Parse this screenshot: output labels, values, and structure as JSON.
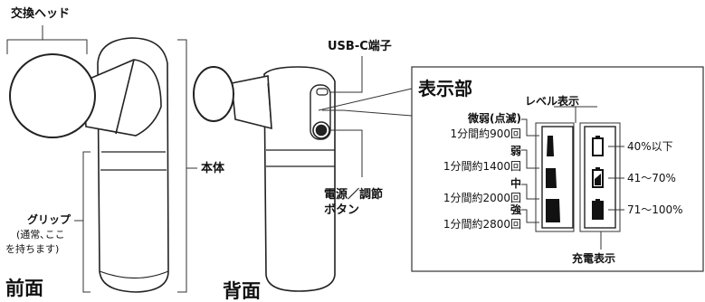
{
  "front": {
    "title": "前面",
    "label_head": "交換ヘッド",
    "label_body": "本体",
    "label_grip": "グリップ",
    "label_grip_note_1": "(通常､ここ",
    "label_grip_note_2": "を持ちます)"
  },
  "back": {
    "title": "背面",
    "label_usb": "USB-C端子",
    "label_power_1": "電源／調節",
    "label_power_2": "ボタン"
  },
  "display": {
    "title": "表示部",
    "level_heading": "レベル表示",
    "charge_heading": "充電表示",
    "levels": [
      {
        "name": "微弱(点滅)",
        "rate": "1分間約900回"
      },
      {
        "name": "弱",
        "rate": "1分間約1400回"
      },
      {
        "name": "中",
        "rate": "1分間約2000回"
      },
      {
        "name": "強",
        "rate": "1分間約2800回"
      }
    ],
    "charge": [
      {
        "label": "40%以下"
      },
      {
        "label": "41〜70%"
      },
      {
        "label": "71〜100%"
      }
    ]
  }
}
